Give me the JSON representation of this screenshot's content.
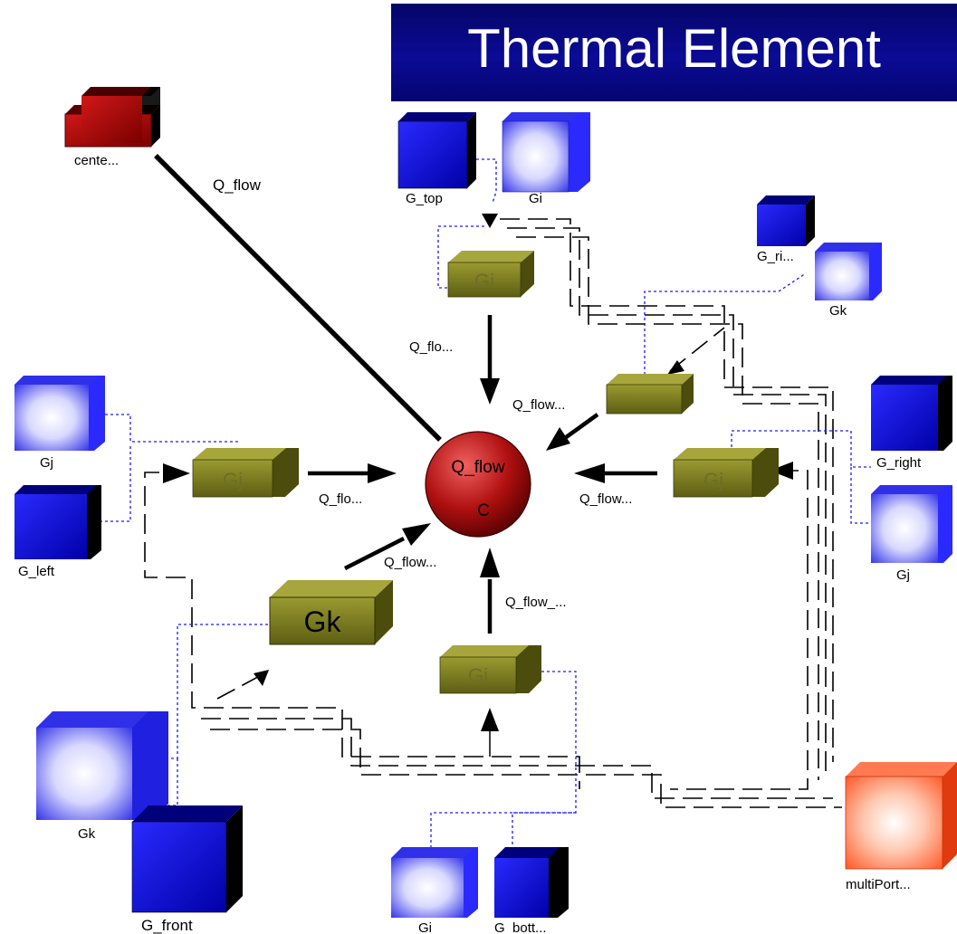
{
  "title": "Thermal Element",
  "colors": {
    "banner": "#08088a",
    "conductor": "#7f7f22",
    "blue_solid": "#1010c8",
    "blue_light": "#ccccff",
    "center_red": "#b01010",
    "multiport": "#ff5a28"
  },
  "components": {
    "center": {
      "label": "cente...",
      "icon": "red-cube-icon"
    },
    "g_top": {
      "label": "G_top",
      "icon": "blue-cube-icon"
    },
    "gi_top_param": {
      "label": "Gi",
      "icon": "light-blue-cube-icon"
    },
    "g_ri": {
      "label": "G_ri...",
      "icon": "blue-cube-icon"
    },
    "gk_right_param": {
      "label": "Gk",
      "icon": "light-blue-cube-icon"
    },
    "gj_left_param": {
      "label": "Gj",
      "icon": "light-blue-cube-icon"
    },
    "g_left": {
      "label": "G_left",
      "icon": "blue-cube-icon"
    },
    "g_right": {
      "label": "G_right",
      "icon": "blue-cube-icon"
    },
    "gj_right_param": {
      "label": "Gj",
      "icon": "light-blue-cube-icon"
    },
    "gk_front_param": {
      "label": "Gk",
      "icon": "light-blue-cube-icon"
    },
    "g_front": {
      "label": "G_front",
      "icon": "blue-cube-icon"
    },
    "gi_bottom_param": {
      "label": "Gi",
      "icon": "light-blue-cube-icon"
    },
    "g_bott": {
      "label": "G_bott...",
      "icon": "blue-cube-icon"
    },
    "multiport": {
      "label": "multiPort...",
      "icon": "orange-cube-icon"
    },
    "sphere": {
      "label_top": "Q_flow",
      "label_bottom": "C",
      "icon": "red-sphere-icon"
    }
  },
  "conductors": {
    "top": "Gi",
    "left": "Gj",
    "right": "Gj",
    "front": "Gk",
    "bottom": "Gi"
  },
  "flow_labels": {
    "center_line": "Q_flow",
    "top": "Q_flo...",
    "top_right": "Q_flow...",
    "left": "Q_flo...",
    "right": "Q_flow...",
    "front": "Q_flow...",
    "bottom": "Q_flow_..."
  }
}
